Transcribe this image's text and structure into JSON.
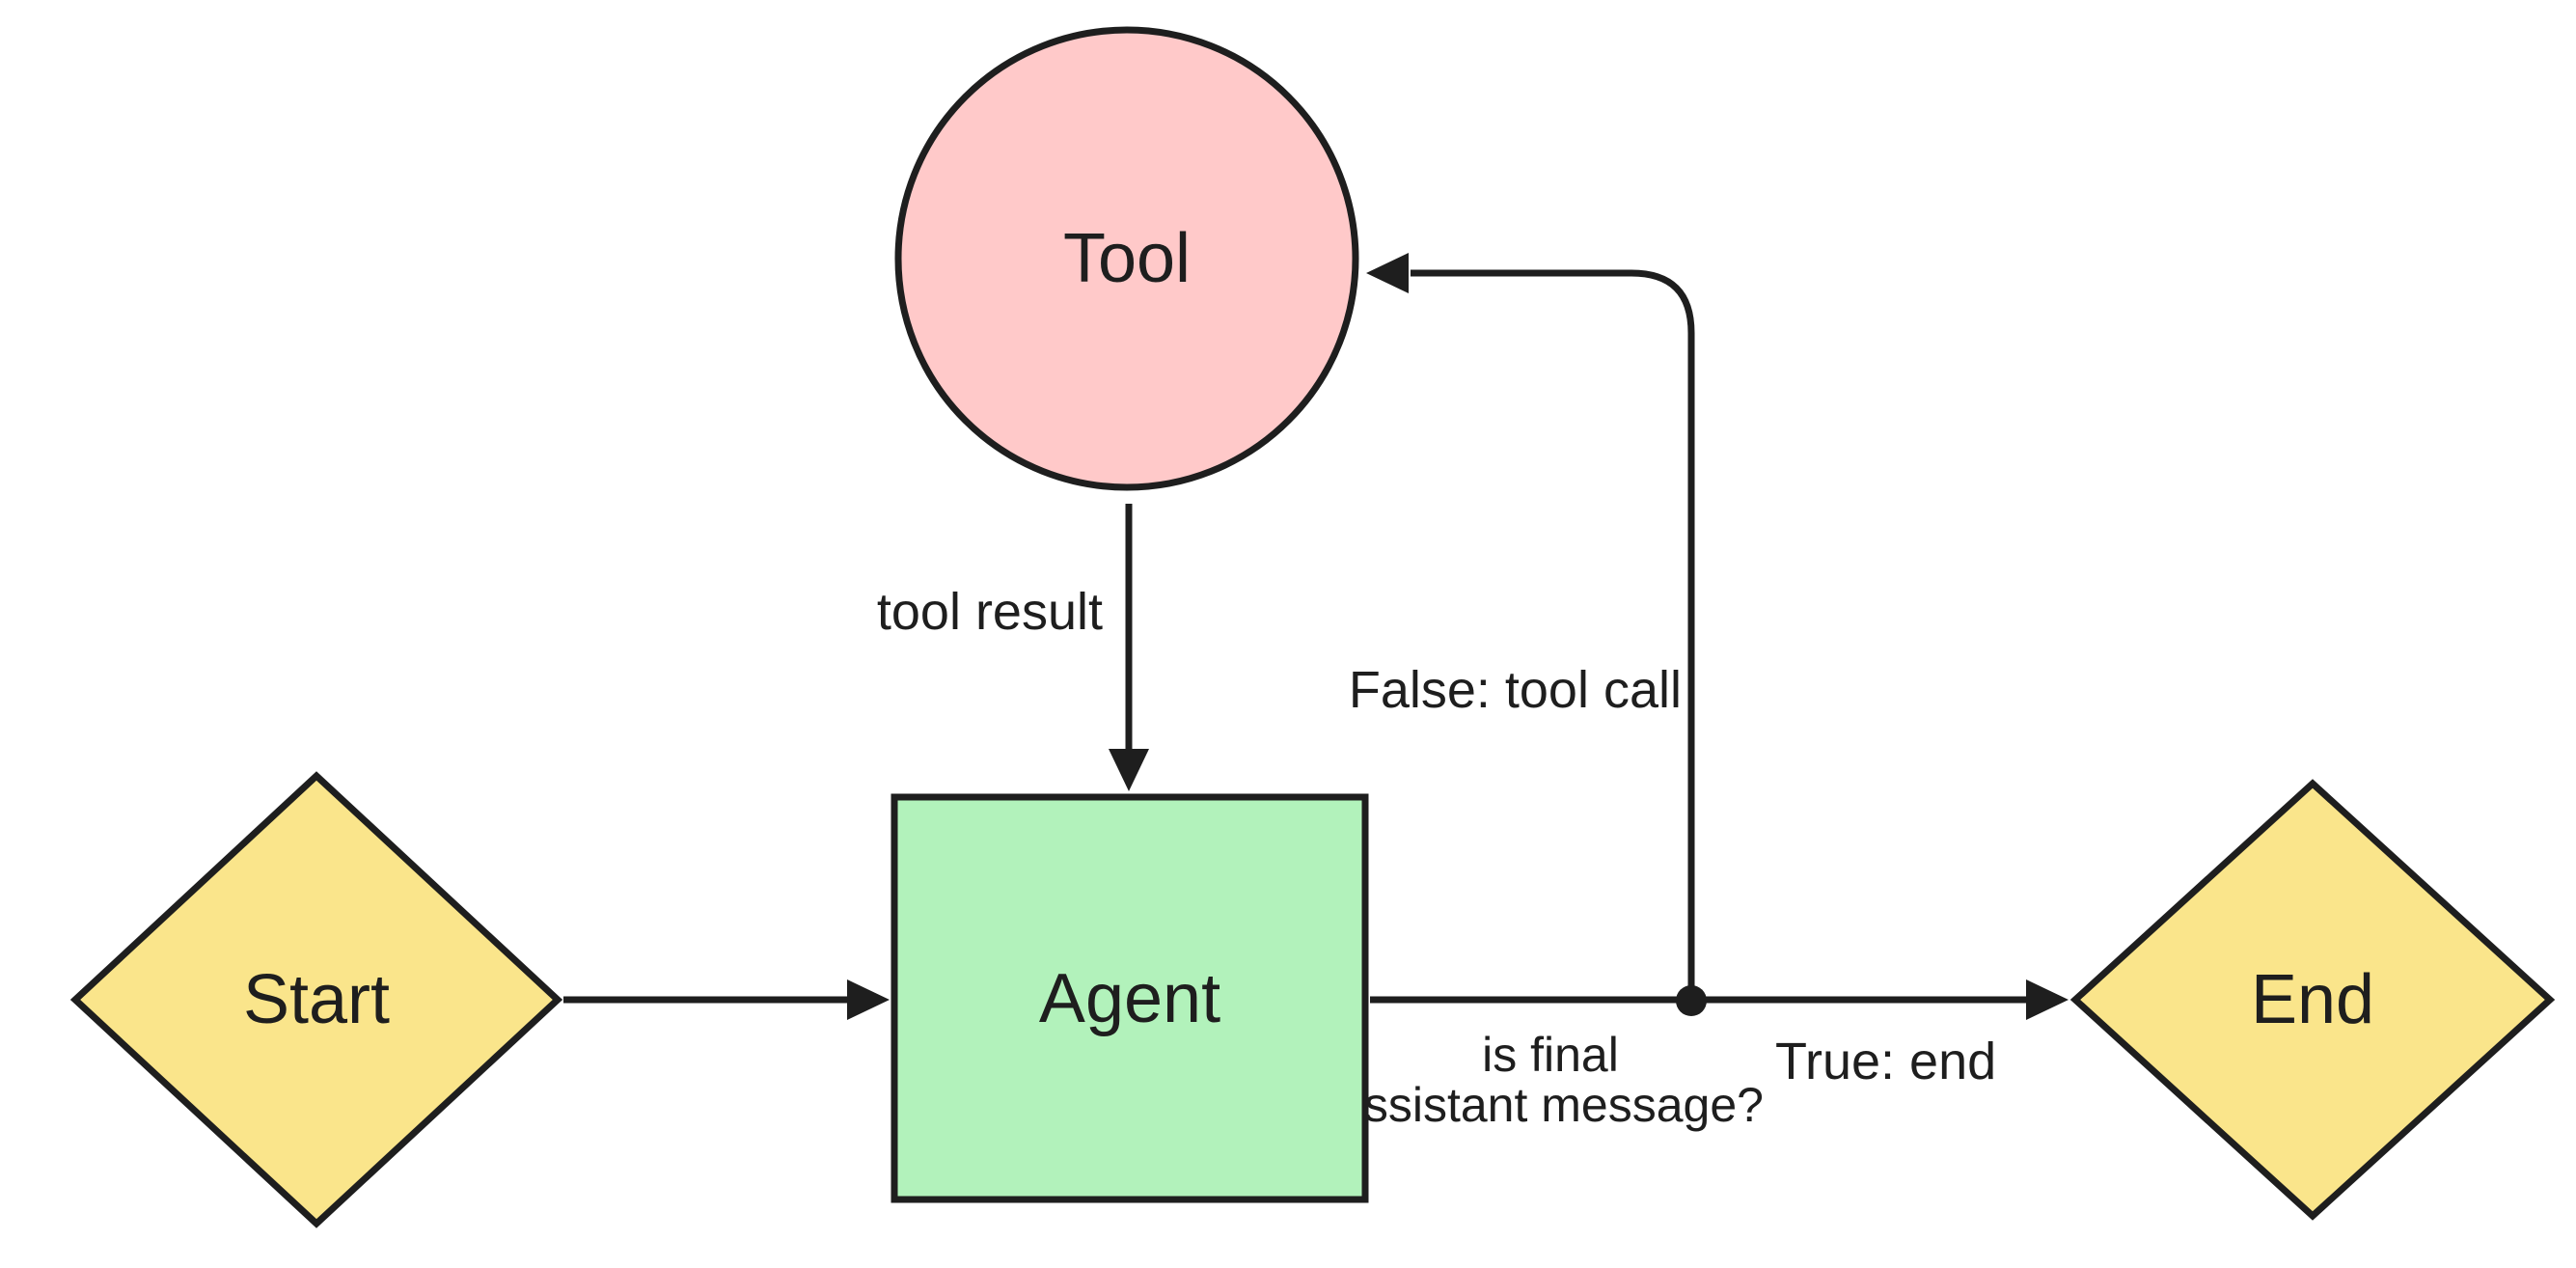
{
  "diagram": {
    "background": "#ffffff",
    "stroke_color": "#1e1e1e",
    "nodes": {
      "tool": {
        "label": "Tool",
        "shape": "circle",
        "fill": "#ffc9c9"
      },
      "agent": {
        "label": "Agent",
        "shape": "rectangle",
        "fill": "#b2f2bb"
      },
      "start": {
        "label": "Start",
        "shape": "diamond",
        "fill": "#fae58b"
      },
      "end": {
        "label": "End",
        "shape": "diamond",
        "fill": "#fae58b"
      }
    },
    "edges": {
      "start_to_agent": {
        "from": "Start",
        "to": "Agent",
        "label": ""
      },
      "tool_to_agent": {
        "from": "Tool",
        "to": "Agent",
        "label": "tool result",
        "label_color": "#1e1e1e"
      },
      "agent_to_end": {
        "from": "Agent",
        "to": "End",
        "label_line1": "is final",
        "label_line2": "assistant message?",
        "label_color": "#1e1e1e"
      },
      "true_branch": {
        "label": "True: end",
        "label_color": "#2f9e44"
      },
      "false_branch": {
        "from": "Agent",
        "to": "Tool",
        "label": "False: tool call",
        "label_color": "#e03131"
      }
    }
  }
}
